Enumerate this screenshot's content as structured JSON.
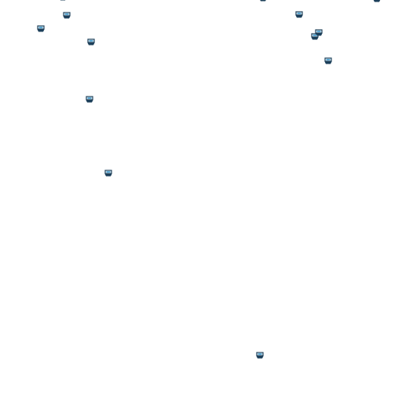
{
  "map": {
    "background": "#ffffff",
    "marker_icon": "boat-icon",
    "marker_color": "#1c3f5a",
    "marker_accent": "#5aa9d6",
    "markers": [
      {
        "id": "m1"
      },
      {
        "id": "m2"
      },
      {
        "id": "m3"
      },
      {
        "id": "m4"
      },
      {
        "id": "m5"
      },
      {
        "id": "m6"
      },
      {
        "id": "m7"
      },
      {
        "id": "m8"
      },
      {
        "id": "m9"
      },
      {
        "id": "m10"
      },
      {
        "id": "m11"
      },
      {
        "id": "m12"
      },
      {
        "id": "m13"
      },
      {
        "id": "m14"
      }
    ]
  }
}
